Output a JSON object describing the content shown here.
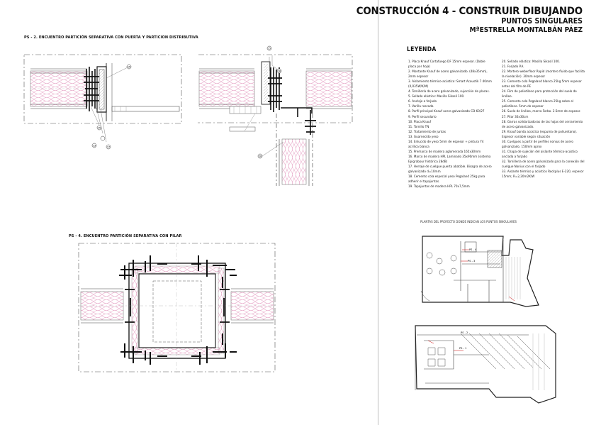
{
  "header": {
    "title": "CONSTRUCCIÓN 4 - CONSTRUIR DIBUJANDO",
    "subtitle": "PUNTOS SINGULARES",
    "author": "MªESTRELLA MONTALBÁN PÁEZ"
  },
  "details": {
    "ps2_title": "PS - 2. ENCUENTRO PARTICIÓN SEPARATIVA CON PUERTA Y PARTICION DISTRIBUTIVA",
    "ps4_title": "PS - 4. ENCUENTRO PARTICIÓN SEPARATIVA CON PILAR",
    "callouts_left": [
      "15",
      "15",
      "13",
      "17"
    ],
    "callouts_right": [
      "15",
      "18",
      "20"
    ]
  },
  "legend": {
    "heading": "LEYENDA",
    "col1": [
      "1. Placa Knauf Cortafuego DF 15mm espesor. (Doble placa por hoja)",
      "2. Montante Knauf de acero galvanizado. (48x35mm), 2mm espesor",
      "3. Aislamiento térmico-acústico: Smart Acoustik 7 40mm (0,035W/K/M)",
      "4. Tornillería de acero galvanizado, sujección de placas.",
      "5. Sellado elástico: Masilla Sikasil 100.",
      "6. Anclaje a forjado",
      "7. Varilla roscada",
      "8. Perfil principal Knauf acero galvanizado CD 60/27",
      "9. Perfil secundario",
      "10. Placa Knauf",
      "11. Tornillo TN",
      "12. Tratamiento de juntas",
      "13. Guarnecido yeso",
      "14. Enlucido de yeso 5mm de espesor + pintura Y4 acrílica blanca",
      "15. Premarco de madera aglomerada 165x30mm",
      "16. Marco de madera HPL Laminado 35x90mm (sistema Epigrabour histórica 28dB)",
      "17. Herraje de cuelgue puerta abatible. Bisagra de acero galvanizado d=10mm",
      "18. Cemento cola especial yeso Pegoland 25kg para adherir el tapajuntas.",
      "19. Tapajuntas de madera HPL 70x7,5mm"
    ],
    "col2": [
      "20. Sellado elástico: Masilla Sikasil 100.",
      "21. Forjado P.A.",
      "22. Mortero weberfloor Rapid (mortero fluido que facilita la nivelación). 30mm espesor",
      "23. Cemento cola Pegoland blanco 25kg 5mm espesor antes del film de PE",
      "24. Film de polietileno para protección del suelo de linóleo.",
      "25. Cemento cola Pegoland blanco 25kg sobre el polietileno. 5mm de espesor",
      "26. Suelo de linóleo, marca Forbo. 2.5mm de espesor.",
      "27. Pilar 30x30cm",
      "28. Garras solidarizadoras de las hojas del cerramiento de acero galvanizado.",
      "29. Knauf banda acústica (espuma de poliuretano). Espesor variable según situación",
      "30. Cuelgues a partir de perfiles nonius de acero galvanizado. 150mm aprox",
      "31. Chapa de sujeción del aislante térmico-acústico anclada a forjado",
      "32. Tornillería de acero galvanizado para la conexión del cuelgue Nonius con el forjado",
      "33. Aislante térmico y acústico Rockplus E-220, espesor 15mm; R=2,20m2K/W"
    ]
  },
  "plans": {
    "caption": "PLANTAS DEL PROYECTO DONDE INDICAN LOS PUNTOS SINGULARES",
    "tags_upper": [
      "PS - 4",
      "PS - 3"
    ],
    "tags_lower": [
      "PS - 2",
      "PS - 1"
    ]
  }
}
